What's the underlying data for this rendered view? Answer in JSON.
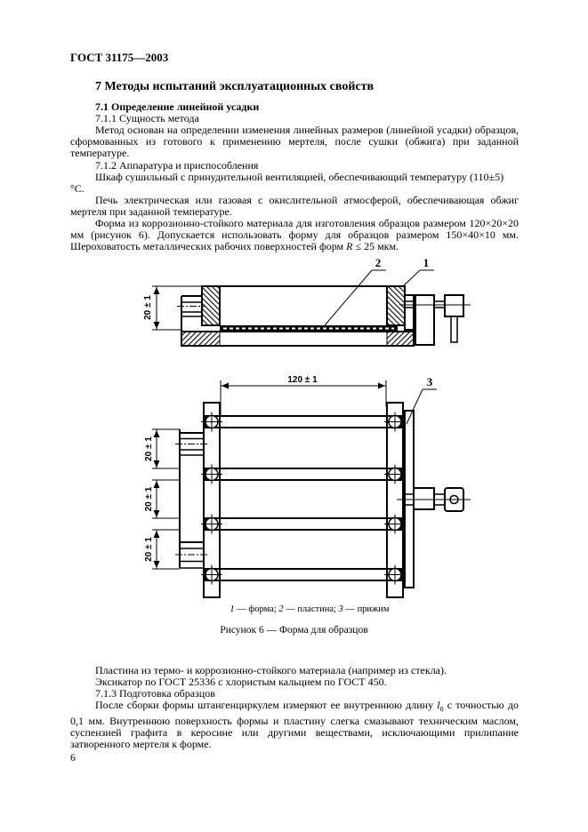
{
  "page": {
    "header": "ГОСТ 31175—2003",
    "page_number": "6"
  },
  "section": {
    "title": "7 Методы испытаний эксплуатационных свойств",
    "sub_7_1": "7.1 Определение линейной усадки",
    "h_7_1_1": "7.1.1 Сущность метода",
    "p_method": "Метод основан на определении изменения линейных размеров (линейной усадки) образцов, сформованных из готового к применению мертеля, после сушки (обжига) при заданной температуре.",
    "h_7_1_2": "7.1.2 Аппаратура и приспособления",
    "p_cabinet": "Шкаф сушильный с принудительной вентиляцией, обеспечивающий температуру (110±5) °С.",
    "p_furnace": "Печь электрическая или газовая с окислительной атмосферой, обеспечивающая обжиг мертеля при заданной температуре.",
    "p_form_before": "Форма из коррозионно-стойкого материала для изготовления образцов размером 120×20×20 мм (рисунок 6). Допускается использовать форму для образцов размером 150×40×10 мм. Шероховатость металлических рабочих поверхностей форм ",
    "p_form_var": "R",
    "p_form_after": " ≤ 25 мкм."
  },
  "figure": {
    "dim_height": "20 ± 1",
    "dim_length": "120 ± 1",
    "dim_cavity": "20 ± 1",
    "label_1": "1",
    "label_2": "2",
    "label_3": "3",
    "legend": {
      "n1": "1",
      "t1": " — форма; ",
      "n2": "2",
      "t2": " — пластина; ",
      "n3": "3",
      "t3": " — прижим"
    },
    "caption": "Рисунок 6 — Форма для образцов"
  },
  "after": {
    "p_plate": "Пластина из термо- и коррозионно-стойкого материала (например из стекла).",
    "p_desiccator": "Эксикатор по ГОСТ 25336 с хлористым кальцием по ГОСТ 450.",
    "h_7_1_3": "7.1.3 Подготовка образцов",
    "p_assembly_before": "После сборки формы штангенциркулем измеряют ее внутреннюю длину ",
    "p_assembly_var": "l",
    "p_assembly_sub": "0",
    "p_assembly_after": " с точностью до 0,1 мм. Внутреннюю поверхность формы и пластину слегка смазывают техническим маслом, суспензией графита в керосине или другими веществами, исключающими прилипание затворенного мертеля к форме."
  }
}
